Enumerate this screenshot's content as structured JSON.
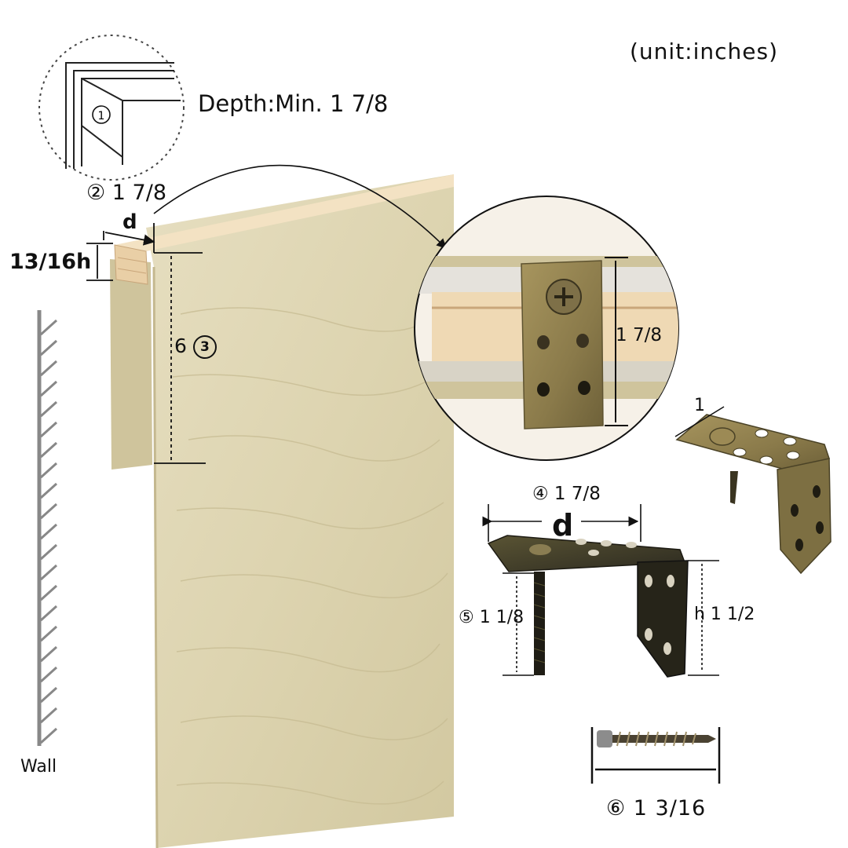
{
  "labels": {
    "unit": "(unit:inches)",
    "depth": "Depth:Min. 1 7/8",
    "circle_1": "1",
    "board_depth": "② 1 7/8",
    "d_small": "d",
    "board_height": "13/16h",
    "drop": "6",
    "circle_3": "3",
    "wall": "Wall",
    "clip_height": "1 7/8",
    "bracket_side": "1",
    "bracket_depth": "④ 1 7/8",
    "d_large": "d",
    "screw_length": "⑤ 1 1/8",
    "bracket_height": "h 1 1/2",
    "wood_screw": "⑥ 1 3/16"
  },
  "colors": {
    "fabric": "#ddd4b0",
    "wood": "#efd9b4",
    "bronze": "#8a7a4a",
    "dark_bronze": "#3c3a2c",
    "line": "#111111"
  },
  "icons": [
    "wall-hatch-icon",
    "phillips-screw-icon",
    "clip-hole-icon"
  ]
}
